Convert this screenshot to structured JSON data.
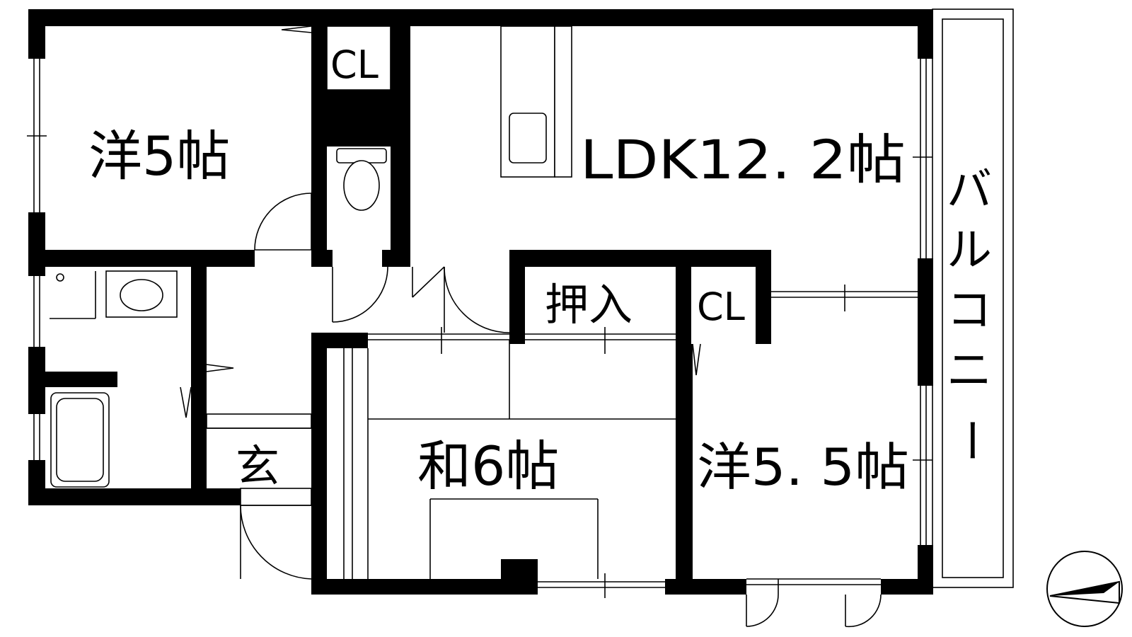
{
  "floor_plan": {
    "rooms": {
      "western_5": "洋5帖",
      "ldk": "LDK12. 2帖",
      "western_5_5": "洋5. 5帖",
      "japanese_6": "和6帖",
      "entrance": "玄",
      "oshiire": "押入",
      "closet_top": "CL",
      "closet_mid": "CL",
      "balcony": [
        "バ",
        "ル",
        "コ",
        "ニ",
        "ー"
      ]
    },
    "wall_color": "#000000",
    "background_color": "#ffffff",
    "compass_icon": "north-arrow-compass"
  }
}
